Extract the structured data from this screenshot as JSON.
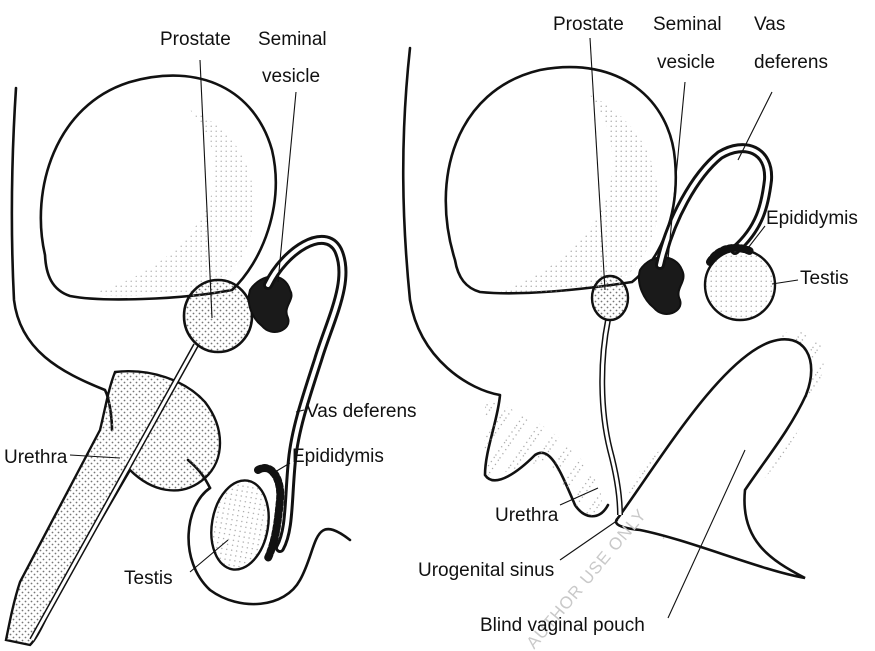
{
  "labels": {
    "left": {
      "prostate": "Prostate",
      "seminal_vesicle": [
        "Seminal",
        "vesicle"
      ],
      "vas_deferens": "Vas deferens",
      "urethra": "Urethra",
      "epididymis": "Epididymis",
      "testis": "Testis"
    },
    "right": {
      "prostate": "Prostate",
      "seminal_vesicle": [
        "Seminal",
        "vesicle"
      ],
      "vas_deferens": [
        "Vas",
        "deferens"
      ],
      "epididymis": "Epididymis",
      "testis": "Testis",
      "urethra": "Urethra",
      "urogenital_sinus": "Urogenital sinus",
      "blind_vaginal_pouch": "Blind vaginal pouch"
    }
  },
  "watermark": "AUTHOR USE ONLY",
  "colors": {
    "ink": "#111111",
    "stipple": "#9a9a9a",
    "background": "#ffffff"
  }
}
